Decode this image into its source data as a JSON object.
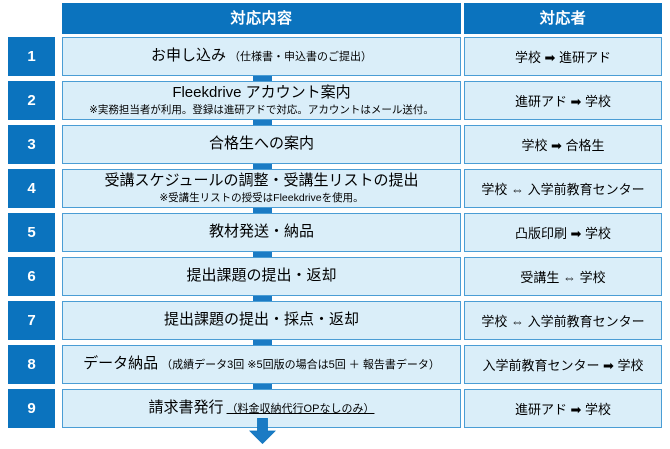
{
  "theme": {
    "header_blue": "#0B73BE",
    "box_fill": "#DAEEF9",
    "box_border": "#4A9DD5",
    "connector_blue": "#1B7BC4",
    "text_color": "#000000"
  },
  "headers": {
    "content": "対応内容",
    "actor": "対応者"
  },
  "rows": [
    {
      "number": "1",
      "title": "お申し込み",
      "paren": "（仕様書・申込書のご提出）",
      "paren_underline": false,
      "note": "",
      "actor": "学校 ➡ 進研アド"
    },
    {
      "number": "2",
      "title": "Fleekdrive アカウント案内",
      "paren": "",
      "paren_underline": false,
      "note": "※実務担当者が利用。登録は進研アドで対応。アカウントはメール送付。",
      "actor": "進研アド ➡ 学校"
    },
    {
      "number": "3",
      "title": "合格生への案内",
      "paren": "",
      "paren_underline": false,
      "note": "",
      "actor": "学校 ➡ 合格生"
    },
    {
      "number": "4",
      "title": "受講スケジュールの調整・受講生リストの提出",
      "paren": "",
      "paren_underline": false,
      "note": "※受講生リストの授受はFleekdriveを使用。",
      "actor": "学校 ⇔ 入学前教育センター"
    },
    {
      "number": "5",
      "title": "教材発送・納品",
      "paren": "",
      "paren_underline": false,
      "note": "",
      "actor": "凸版印刷 ➡ 学校"
    },
    {
      "number": "6",
      "title": "提出課題の提出・返却",
      "paren": "",
      "paren_underline": false,
      "note": "",
      "actor": "受講生 ⇔ 学校"
    },
    {
      "number": "7",
      "title": "提出課題の提出・採点・返却",
      "paren": "",
      "paren_underline": false,
      "note": "",
      "actor": "学校 ⇔ 入学前教育センター"
    },
    {
      "number": "8",
      "title": "データ納品",
      "paren": "（成績データ3回 ※5回版の場合は5回 ＋ 報告書データ）",
      "paren_underline": false,
      "note": "",
      "actor": "入学前教育センター ➡ 学校"
    },
    {
      "number": "9",
      "title": "請求書発行",
      "paren": "（料金収納代行OPなしのみ）",
      "paren_underline": true,
      "note": "",
      "actor": "進研アド ➡ 学校"
    }
  ],
  "end_arrow": {
    "icon": "arrow-down-icon"
  }
}
